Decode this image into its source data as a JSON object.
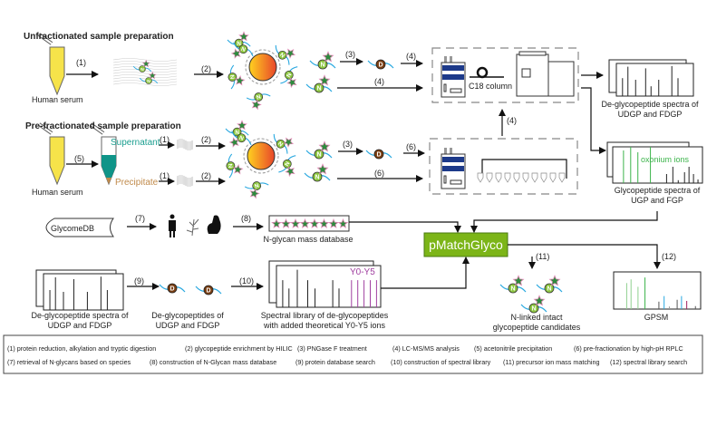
{
  "sections": {
    "unfractionated_title": "Unfractionated sample preparation",
    "prefractionated_title": "Pre-fractionated sample preparation"
  },
  "labels": {
    "human_serum": "Human serum",
    "supernatant": "Supernatant",
    "precipitate": "Precipitate",
    "c18_column": "C18 column",
    "deglyco_spectra_l1": "De-glycopeptide spectra of",
    "deglyco_spectra_l2": "UDGP and FDGP",
    "glyco_spectra_l1": "Glycopeptide spectra of",
    "glyco_spectra_l2": "UGP and FGP",
    "oxonium_ions": "oxonium ions",
    "glycomedb": "GlycomeDB",
    "nglycan_db": "N-glycan mass database",
    "pmatchglyco": "pMatchGlyco",
    "deglycopeptides_l1": "De-glycopeptides of",
    "deglycopeptides_l2": "UDGP and FDGP",
    "library_l1": "Spectral library of de-glycopeptides",
    "library_l2": "with added theoretical Y0-Y5 ions",
    "y0y5": "Y0-Y5",
    "candidates_l1": "N-linked intact",
    "candidates_l2": "glycopeptide candidates",
    "gpsm": "GPSM",
    "n_glyph": "N",
    "d_glyph": "D"
  },
  "steps": {
    "s1": "(1)",
    "s2": "(2)",
    "s3": "(3)",
    "s4": "(4)",
    "s5": "(5)",
    "s6": "(6)",
    "s7": "(7)",
    "s8": "(8)",
    "s9": "(9)",
    "s10": "(10)",
    "s11": "(11)",
    "s12": "(12)"
  },
  "legend": [
    "(1) protein reduction, alkylation and tryptic digestion",
    "(2) glycopeptide enrichment by HILIC",
    "(3) PNGase F treatment",
    "(4) LC-MS/MS analysis",
    "(5) acetonitrile precipitation",
    "(6) pre-fractionation by high-pH RPLC",
    "(7) retrieval of N-glycans based on species",
    "(8) construction of N-Glycan mass database",
    "(9) protein database search",
    "(10) construction of spectral library",
    "(11) precursor ion mass matching",
    "(12) spectral library search"
  ],
  "colors": {
    "pmatchglyco_bg": "#7cb518",
    "supernatant": "#1a9e8f",
    "precipitate": "#c08a4a",
    "oxonium": "#3cb44b",
    "y_ions": "#a040a0",
    "peptide": "#29a8e0",
    "glycan_n": "#8cc63f",
    "deglyco_d": "#7a3e12"
  }
}
